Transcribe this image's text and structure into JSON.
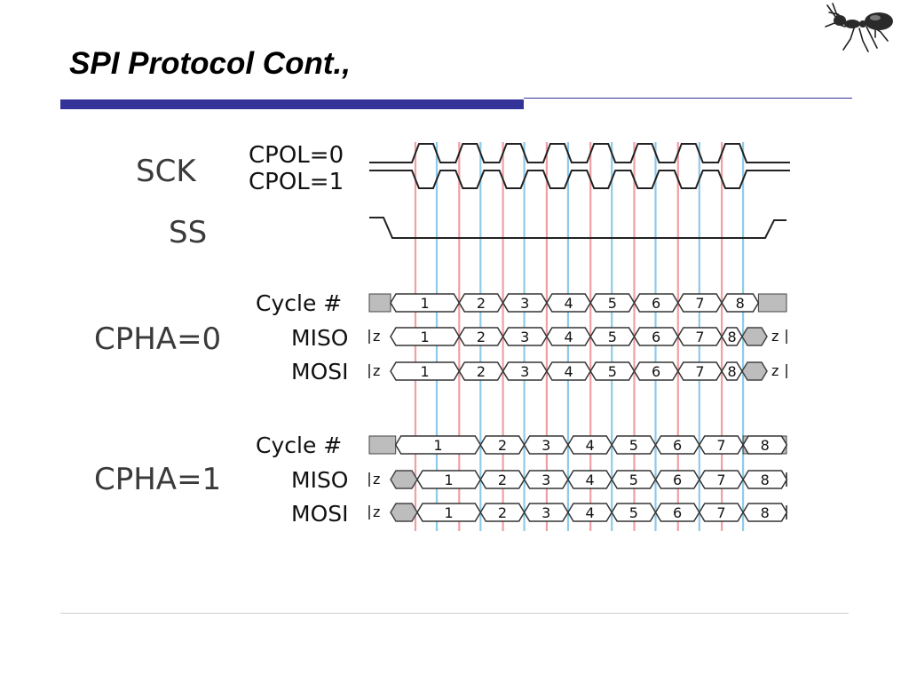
{
  "slide": {
    "title": "SPI Protocol Cont.,",
    "logo_icon": "ant-icon",
    "accent_color": "#343399",
    "footer_rule_color": "#cfcfcf"
  },
  "diagram": {
    "signals": {
      "sck": "SCK",
      "ss": "SS",
      "cpol0": "CPOL=0",
      "cpol1": "CPOL=1"
    },
    "edge_colors": {
      "leading": "#f0a0a4",
      "trailing": "#8ecbe8"
    },
    "phases": [
      {
        "label": "CPHA=0",
        "rows": [
          {
            "label": "Cycle #",
            "cells": [
              "1",
              "2",
              "3",
              "4",
              "5",
              "6",
              "7",
              "8"
            ],
            "hiz": ""
          },
          {
            "label": "MISO",
            "cells": [
              "1",
              "2",
              "3",
              "4",
              "5",
              "6",
              "7",
              "8"
            ],
            "hiz": "z"
          },
          {
            "label": "MOSI",
            "cells": [
              "1",
              "2",
              "3",
              "4",
              "5",
              "6",
              "7",
              "8"
            ],
            "hiz": "z"
          }
        ]
      },
      {
        "label": "CPHA=1",
        "rows": [
          {
            "label": "Cycle #",
            "cells": [
              "1",
              "2",
              "3",
              "4",
              "5",
              "6",
              "7",
              "8"
            ],
            "hiz": ""
          },
          {
            "label": "MISO",
            "cells": [
              "1",
              "2",
              "3",
              "4",
              "5",
              "6",
              "7",
              "8"
            ],
            "hiz": "z"
          },
          {
            "label": "MOSI",
            "cells": [
              "1",
              "2",
              "3",
              "4",
              "5",
              "6",
              "7",
              "8"
            ],
            "hiz": "z"
          }
        ]
      }
    ]
  }
}
